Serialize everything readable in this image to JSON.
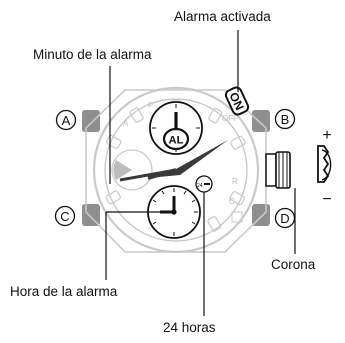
{
  "callouts": {
    "alarm_on": "Alarma activada",
    "alarm_minute": "Minuto de la alarma",
    "alarm_hour": "Hora de la alarma",
    "twenty_four_hours": "24 horas",
    "crown": "Corona"
  },
  "buttons": {
    "a": "A",
    "b": "B",
    "c": "C",
    "d": "D"
  },
  "dial": {
    "al_label": "AL",
    "on_label": "ON",
    "off_label": "OFF",
    "bezel_p": "P",
    "bezel_a": "A",
    "bezel_c": "C",
    "bezel_r": "R",
    "subdial_24h_mark": "24"
  },
  "crown_direction": {
    "plus": "+",
    "minus": "−"
  },
  "colors": {
    "line": "#111111",
    "outline_light": "#c9c9c9",
    "button_gray": "#8f8f8f",
    "hand_dark": "#3a3a3a"
  }
}
